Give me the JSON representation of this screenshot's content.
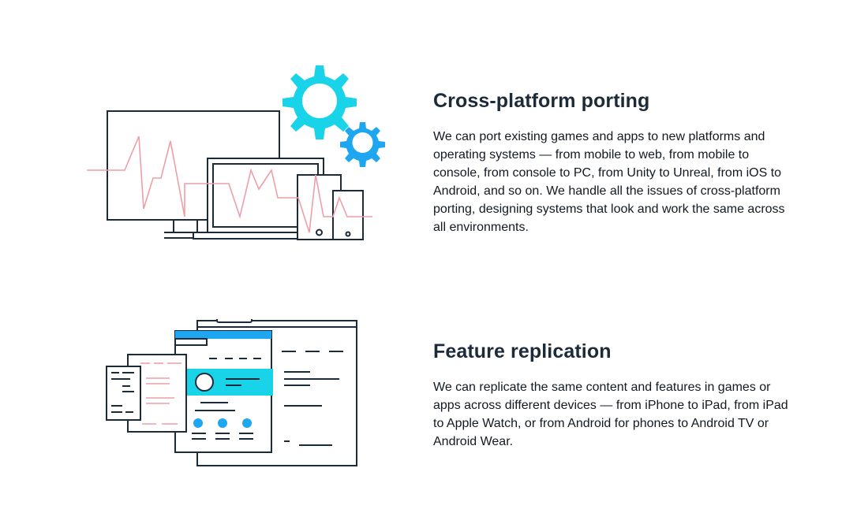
{
  "colors": {
    "stroke": "#1c2b39",
    "accent_cyan": "#19d3e8",
    "accent_blue": "#1ea7f0",
    "accent_pink": "#ee9fa6"
  },
  "sections": [
    {
      "title": "Cross-platform porting",
      "body": "We can port existing games and apps to new platforms and operating systems — from mobile to web, from mobile to console, from console to PC, from Unity to Unreal, from iOS to Android, and so on. We handle all the issues of cross-platform porting, designing systems that look and work the same across all environments.",
      "icons": [
        "monitor-icon",
        "laptop-icon",
        "tablet-icon",
        "phone-icon",
        "gear-icon",
        "pulse-line-icon"
      ]
    },
    {
      "title": "Feature replication",
      "body": "We can replicate the same content and features in games or apps across different devices — from iPhone to iPad, from iPad to Apple Watch, or from Android for phones to Android TV or Android Wear.",
      "icons": [
        "browser-window-icon",
        "mobile-screen-icon",
        "document-icon",
        "avatar-icon"
      ]
    }
  ]
}
